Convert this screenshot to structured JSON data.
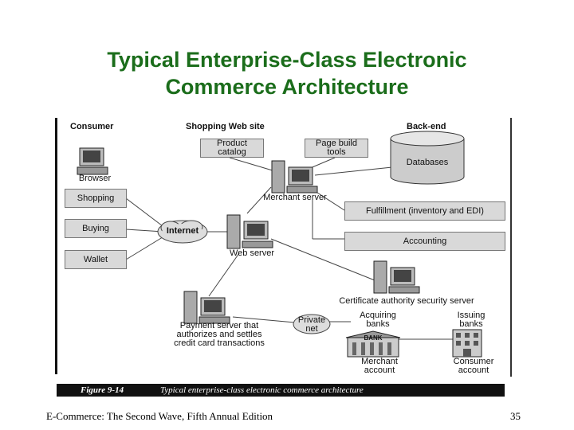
{
  "title": {
    "line1": "Typical Enterprise-Class Electronic",
    "line2": "Commerce Architecture"
  },
  "diagram": {
    "columns": {
      "consumer": "Consumer",
      "shopping": "Shopping Web site",
      "backend": "Back-end"
    },
    "consumer_boxes": {
      "shopping": "Shopping",
      "buying": "Buying",
      "wallet": "Wallet"
    },
    "browser": "Browser",
    "internet": "Internet",
    "product_catalog": {
      "line1": "Product",
      "line2": "catalog"
    },
    "page_build": {
      "line1": "Page build",
      "line2": "tools"
    },
    "databases": "Databases",
    "merchant_server": "Merchant server",
    "web_server": "Web server",
    "fulfillment": "Fulfillment (inventory and EDI)",
    "accounting": "Accounting",
    "cert_server": "Certificate authority security server",
    "payment_server": {
      "line1": "Payment server that",
      "line2": "authorizes and settles",
      "line3": "credit card transactions"
    },
    "private_net": {
      "line1": "Private",
      "line2": "net"
    },
    "acquiring_banks": {
      "line1": "Acquiring",
      "line2": "banks"
    },
    "issuing_banks": {
      "line1": "Issuing",
      "line2": "banks"
    },
    "bank_sign": "BANK",
    "merchant_account": {
      "line1": "Merchant",
      "line2": "account"
    },
    "consumer_account": {
      "line1": "Consumer",
      "line2": "account"
    },
    "caption": {
      "figure": "Figure 9-14",
      "text": "Typical enterprise-class electronic commerce architecture"
    }
  },
  "footer": {
    "left": "E-Commerce: The Second Wave, Fifth Annual Edition",
    "page": "35"
  }
}
